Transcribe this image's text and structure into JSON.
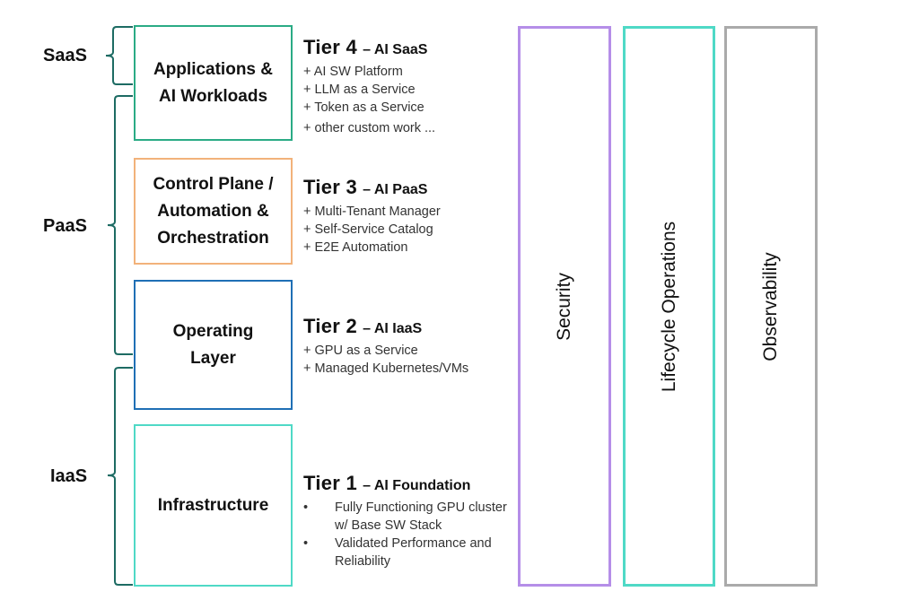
{
  "service_models": [
    {
      "label": "SaaS"
    },
    {
      "label": "PaaS"
    },
    {
      "label": "IaaS"
    }
  ],
  "layers": [
    {
      "label": "Applications & AI Workloads",
      "color": "#2bab85"
    },
    {
      "label": "Control Plane / Automation & Orchestration",
      "color": "#f2b27a"
    },
    {
      "label": "Operating Layer",
      "color": "#1f6fb5"
    },
    {
      "label": "Infrastructure",
      "color": "#4fd9c6"
    }
  ],
  "tiers": [
    {
      "title": "Tier 4",
      "subtitle": "– AI SaaS",
      "items": [
        "AI SW Platform",
        "LLM as a Service",
        "Token as a Service",
        "other custom work ..."
      ]
    },
    {
      "title": "Tier 3",
      "subtitle": "– AI PaaS",
      "items": [
        "Multi-Tenant Manager",
        "Self-Service Catalog",
        "E2E Automation"
      ]
    },
    {
      "title": "Tier 2",
      "subtitle": "– AI IaaS",
      "items": [
        "GPU as a Service",
        "Managed Kubernetes/VMs"
      ]
    },
    {
      "title": "Tier 1",
      "subtitle": "– AI Foundation",
      "items": [
        "Fully Functioning GPU cluster w/ Base SW Stack",
        "Validated Performance and Reliability"
      ]
    }
  ],
  "columns": [
    {
      "label": "Security",
      "color": "#b58ee8"
    },
    {
      "label": "Lifecycle Operations",
      "color": "#4fd9c6"
    },
    {
      "label": "Observability",
      "color": "#aaaaaa"
    }
  ],
  "bracket_color": "#1d6b63"
}
